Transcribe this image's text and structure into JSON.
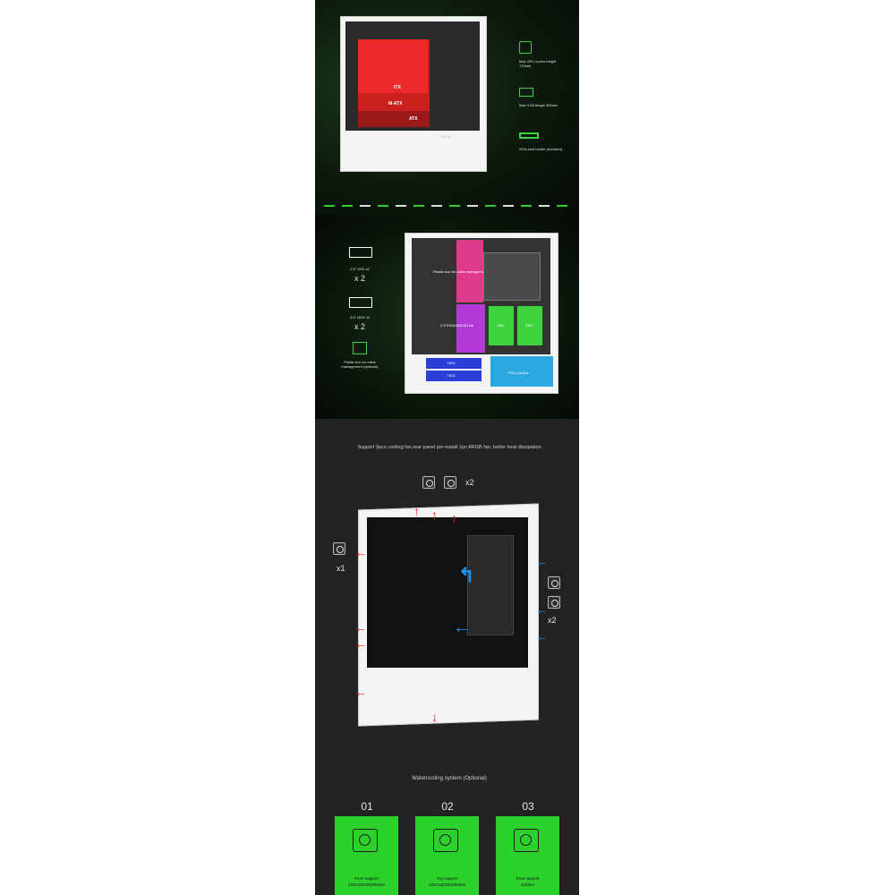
{
  "section1": {
    "zones": [
      "ITX",
      "M-ATX",
      "ATX"
    ],
    "specs": [
      {
        "icon": "cpu-cooler-icon",
        "text": "Max CPU cooler height 170mm"
      },
      {
        "icon": "vga-card-icon",
        "text": "Max VGA length 365mm"
      },
      {
        "icon": "vga-holder-icon",
        "text": "VGA card holder (included)"
      }
    ],
    "brand_mark": "SAMA"
  },
  "section2": {
    "items": [
      {
        "icon": "ssd-icon",
        "label": "2.5\" SSD x2",
        "count": "x 2"
      },
      {
        "icon": "hdd-icon",
        "label": "3.5\" HDD x2",
        "count": "x 2"
      },
      {
        "icon": "cable-box-icon",
        "label": "Plastic box for cable management (optional)",
        "count": ""
      }
    ],
    "zones": {
      "plastic_box": "Plastic box for cable management",
      "ssd_hdd": "2.5\"/HDD/ARGB hub",
      "ssd1": "SSD",
      "ssd2": "SSD",
      "hdd1": "HDD",
      "hdd2": "HDD",
      "psu": "PSU position"
    }
  },
  "section3": {
    "headline": "Support 9pcs cooling fan,rear panel pre-install 1pc ARGB fan, better heat dissipation",
    "fan_counts": {
      "top": "x2",
      "rear": "x1",
      "front": "x2"
    }
  },
  "section4": {
    "title": "Watercooling system (Optional)",
    "options": [
      {
        "num": "01",
        "label": "Front support",
        "sizes": "120/140/240/280mm"
      },
      {
        "num": "02",
        "label": "Top support",
        "sizes": "120/140/240/280mm"
      },
      {
        "num": "03",
        "label": "Rear support",
        "sizes": "120mm"
      }
    ]
  },
  "colors": {
    "accent": "#2cd12c",
    "red": "#e8281e",
    "blue": "#1e90e8"
  }
}
